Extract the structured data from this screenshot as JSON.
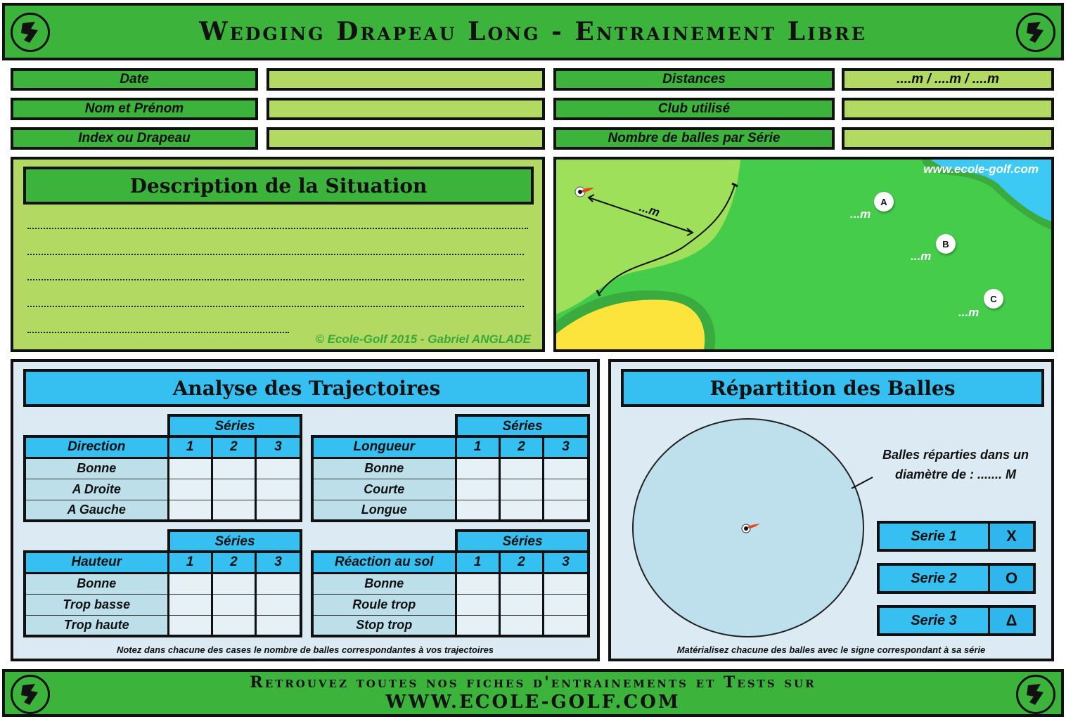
{
  "header": {
    "title": "Wedging Drapeau Long - Entrainement Libre"
  },
  "info": {
    "left": [
      {
        "label": "Date",
        "value": ""
      },
      {
        "label": "Nom et Prénom",
        "value": ""
      },
      {
        "label": "Index ou Drapeau",
        "value": ""
      }
    ],
    "right": [
      {
        "label": "Distances",
        "value": "....m / ....m / ....m"
      },
      {
        "label": "Club utilisé",
        "value": ""
      },
      {
        "label": "Nombre de balles par Série",
        "value": ""
      }
    ]
  },
  "description": {
    "title": "Description de la Situation",
    "copyright": "© Ecole-Golf  2015 - Gabriel  ANGLADE"
  },
  "map": {
    "url": "www.ecole-golf.com",
    "flag_distance": "...m",
    "markers": [
      {
        "label": "A",
        "distance": "...m"
      },
      {
        "label": "B",
        "distance": "...m"
      },
      {
        "label": "C",
        "distance": "...m"
      }
    ],
    "colors": {
      "fairway": "#45cc4a",
      "green": "#9fe05a",
      "bunker": "#fde43c",
      "water": "#3ccaf5",
      "rough": "#3aab3e"
    }
  },
  "analyse": {
    "title": "Analyse des Trajectoires",
    "series_label": "Séries",
    "columns": [
      "1",
      "2",
      "3"
    ],
    "tables": [
      {
        "header": "Direction",
        "rows": [
          "Bonne",
          "A Droite",
          "A Gauche"
        ]
      },
      {
        "header": "Longueur",
        "rows": [
          "Bonne",
          "Courte",
          "Longue"
        ]
      },
      {
        "header": "Hauteur",
        "rows": [
          "Bonne",
          "Trop basse",
          "Trop haute"
        ]
      },
      {
        "header": "Réaction au sol",
        "rows": [
          "Bonne",
          "Roule trop",
          "Stop trop"
        ]
      }
    ],
    "note": "Notez dans chacune des cases le nombre de balles correspondantes à vos trajectoires"
  },
  "repartition": {
    "title": "Répartition des Balles",
    "diameter_text_1": "Balles réparties dans un",
    "diameter_text_2": "diamètre de : ....... M",
    "series": [
      {
        "label": "Serie 1",
        "symbol": "X"
      },
      {
        "label": "Serie 2",
        "symbol": "O"
      },
      {
        "label": "Serie 3",
        "symbol": "Δ"
      }
    ],
    "note": "Matérialisez chacune des balles avec le signe correspondant à sa série"
  },
  "footer": {
    "line1": "Retrouvez toutes nos fiches d'entrainements et Tests sur",
    "line2": "WWW.ECOLE-GOLF.COM"
  }
}
